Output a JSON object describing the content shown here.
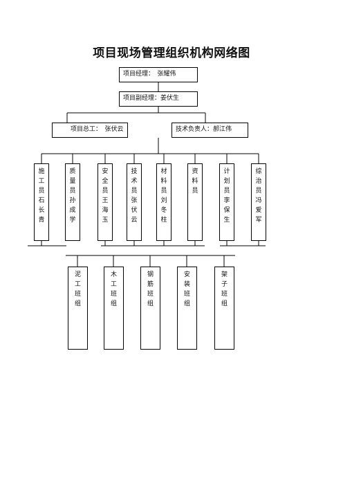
{
  "title": "项目现场管理组织机构网络图",
  "manager": "项目经理：　张耀伟",
  "deputy": "项目副经理：姜伏生",
  "chief_engineer": "项目总工：　张伏云",
  "tech_lead": "技术负责人：郝江伟",
  "staff": [
    {
      "label": "施工员石长青"
    },
    {
      "label": "质量员孙成学"
    },
    {
      "label": "安全员王海玉"
    },
    {
      "label": "技术员张伏云"
    },
    {
      "label": "材料员刘冬柱"
    },
    {
      "label": "资料员"
    },
    {
      "label": "计划员李保生"
    },
    {
      "label": "综治员冯爱军"
    }
  ],
  "teams": [
    {
      "label": "泥工班组"
    },
    {
      "label": "木工班组"
    },
    {
      "label": "钢筋班组"
    },
    {
      "label": "安装班组"
    },
    {
      "label": "架子班组"
    }
  ]
}
